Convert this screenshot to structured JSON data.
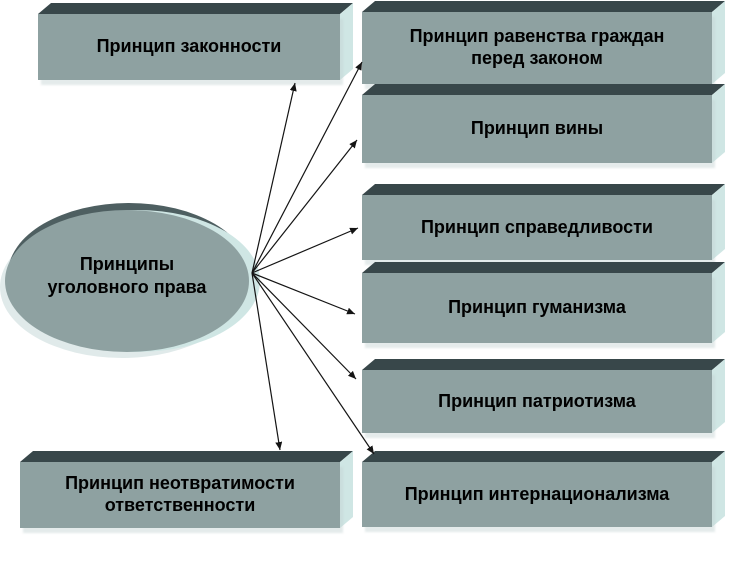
{
  "diagram": {
    "center": {
      "label": "Принципы\nуголовного права"
    },
    "nodes": [
      {
        "id": "zakonnost",
        "label": "Принцип законности"
      },
      {
        "id": "ravenstvo",
        "label": "Принцип равенства граждан\nперед законом"
      },
      {
        "id": "vina",
        "label": "Принцип вины"
      },
      {
        "id": "spravedlivost",
        "label": "Принцип справедливости"
      },
      {
        "id": "gumanizm",
        "label": "Принцип гуманизма"
      },
      {
        "id": "patriotizm",
        "label": "Принцип патриотизма"
      },
      {
        "id": "internatsionalizm",
        "label": "Принцип интернационализма"
      },
      {
        "id": "neotvratimost",
        "label": "Принцип неотвратимости\nответственности"
      }
    ],
    "colors": {
      "box_front": "#8ea1a1",
      "box_top": "#38474a",
      "box_side": "#cfe6e4",
      "ellipse_fill": "#8ea1a1",
      "ellipse_top_rim": "#4e5f61",
      "ellipse_side_rim": "#cfe6e4",
      "ellipse_shadow": "#e0eaea",
      "arrow": "#141414",
      "text": "#000000"
    }
  }
}
